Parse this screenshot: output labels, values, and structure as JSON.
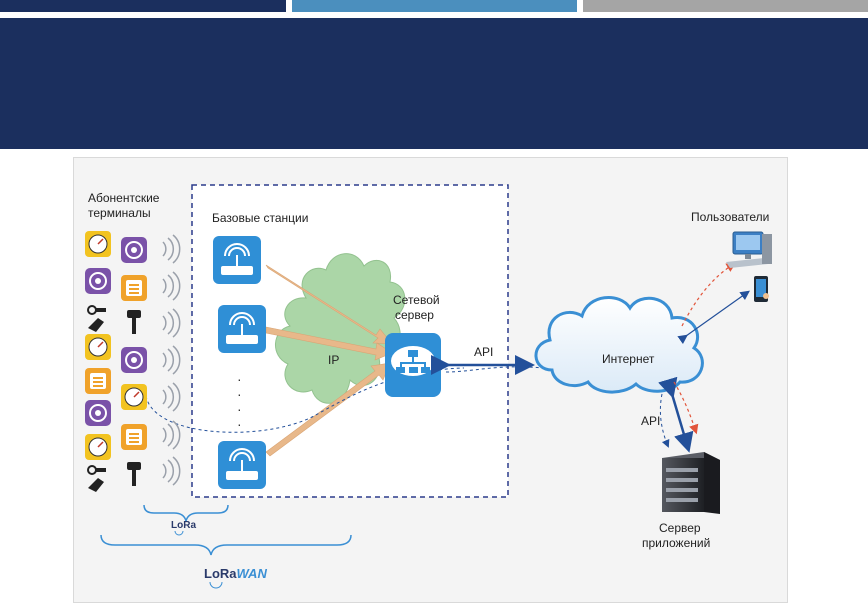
{
  "colors": {
    "bar1": "#1b2f5e",
    "bar2": "#4b8fbe",
    "bar3": "#a5a5a5",
    "header": "#1b2f5e",
    "figure_bg": "#f4f4f4",
    "arrow_beige": "#e8b88a",
    "arrow_blue": "#23509a",
    "arrow_red": "#e2543a",
    "cloud_green": "#8fc98a",
    "station_blue": "#2f8fd6",
    "server_dark": "#2b2d33",
    "device_yellow": "#f2c320",
    "device_purple": "#7a52a8",
    "device_orange": "#f0a22a"
  },
  "header": {
    "title": ""
  },
  "diagram": {
    "terminals_label": [
      "Абонентские",
      "терминалы"
    ],
    "stations_label": "Базовые станции",
    "ip_label": "IP",
    "network_server_label": [
      "Сетевой",
      "сервер"
    ],
    "api_label_1": "API",
    "internet_label": "Интернет",
    "api_label_2": "API",
    "users_label": "Пользователи",
    "app_server_label": [
      "Сервер",
      "приложений"
    ],
    "lora_logo": "LoRa",
    "lorawan_logo_a": "LoRa",
    "lorawan_logo_b": "WAN",
    "ellipsis": "·"
  }
}
